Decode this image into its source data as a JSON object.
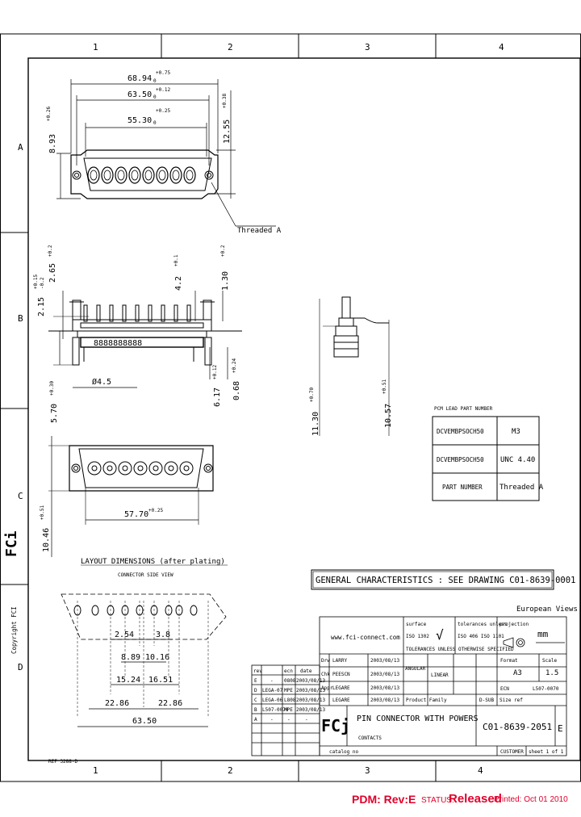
{
  "zones": {
    "columns": [
      "1",
      "2",
      "3",
      "4"
    ],
    "rows": [
      "A",
      "B",
      "C",
      "D"
    ]
  },
  "top_view": {
    "dim_overall": "68.94",
    "dim_overall_tol": "+0.75",
    "dim_overall_tol2": "0",
    "dim_mid": "63.50",
    "dim_mid_tol": "+0.12",
    "dim_mid_tol2": "0",
    "dim_inner": "55.30",
    "dim_inner_tol": "+0.25",
    "dim_inner_tol2": "0",
    "dim_height_left": "8.93",
    "dim_height_left_tol": "+0.26",
    "dim_height_right": "12.55",
    "dim_height_right_tol": "+0.38",
    "callout": "Threaded A"
  },
  "side_view": {
    "dim_215": "2.15",
    "dim_215_tol": "+0.15",
    "dim_215_tol2": "-0.2",
    "dim_265": "2.65",
    "dim_265_tol": "+0.2",
    "dim_42": "4.2",
    "dim_42_tol": "+0.1",
    "dim_130": "1.30",
    "dim_130_tol": "+0.2",
    "dim_570": "5.70",
    "dim_570_tol": "+0.30",
    "dim_dia": "Ø4.5",
    "dim_617": "6.17",
    "dim_617_tol": "+0.12",
    "dim_068": "0.68",
    "dim_068_tol": "+0.24",
    "contacts": "8888888888"
  },
  "end_view": {
    "dim_1130": "11.30",
    "dim_1130_tol": "+0.70",
    "dim_1057": "10.57",
    "dim_1057_tol": "+0.51"
  },
  "bottom_view": {
    "dim_5770": "57.70",
    "dim_5770_tol": "+0.25",
    "dim_1046": "10.46",
    "dim_1046_tol": "+0.51"
  },
  "layout": {
    "title": "LAYOUT DIMENSIONS (after plating)",
    "subtitle": "CONNECTOR SIDE VIEW",
    "d1": "2.54",
    "d2": "3.8",
    "d3": "8.89",
    "d4": "10.16",
    "d5": "15.24",
    "d6": "16.51",
    "d7": "22.86",
    "d8": "22.86",
    "d9": "63.50"
  },
  "part_table": {
    "header": "PCM LEAD PART NUMBER",
    "rows": [
      {
        "part": "DCVEMBPSOCH50",
        "value": "M3"
      },
      {
        "part": "DCVEMBPSOCH50",
        "value": "UNC 4.40"
      },
      {
        "part": "PART NUMBER",
        "value": "Threaded A"
      }
    ]
  },
  "general_characteristics": "GENERAL CHARACTERISTICS : SEE DRAWING C01-8639-0001",
  "european_views": "European Views",
  "title_block": {
    "website": "www.fci-connect.com",
    "surface_lbl": "surface",
    "surface_val": "ISO 1302",
    "tol_lbl": "tolerances unless",
    "tol_val": "ISO 406  ISO 1101",
    "projection_lbl": "projection",
    "units": "mm",
    "tol_note": "TOLERANCES UNLESS OTHERWISE SPECIFIED",
    "linear": "LINEAR",
    "angular": "ANGULAR",
    "fmt_lbl": "Format",
    "fmt": "A3",
    "scale_lbl": "Scale",
    "scale": "1.5",
    "ecn_lbl": "ECN",
    "ecn": "L507-0070",
    "size_lbl": "Size ref",
    "product_family": "Product Family",
    "family": "D-SUB",
    "title_main": "PIN CONNECTOR  WITH POWERS",
    "title_sub": "CONTACTS",
    "drawing_no": "C01-8639-2051",
    "rev": "E",
    "customer": "CUSTOMER",
    "sheet": "sheet 1 of 1",
    "catalog": "catalog no",
    "copyright": "Copyright FCI",
    "sign_rows": [
      {
        "role": "Drw",
        "name": "LARRY",
        "date": "2003/08/13"
      },
      {
        "role": "Chk",
        "name": "PEESCN",
        "date": "2003/08/13"
      },
      {
        "role": "Appr",
        "name": "LEGARE",
        "date": "2003/08/13"
      },
      {
        "role": "",
        "name": "LEGARE",
        "date": "2003/08/13"
      }
    ],
    "rev_header": [
      "rev",
      "ecn",
      "date"
    ],
    "rev_rows": [
      {
        "rev": "E",
        "by": "-",
        "ecn": "0808",
        "date": "2003/08/13"
      },
      {
        "rev": "D",
        "by": "LEGA-07",
        "ecn": "MPE",
        "date": "2003/08/13"
      },
      {
        "rev": "C",
        "by": "LEGA-06",
        "ecn": "L808",
        "date": "2003/08/13"
      },
      {
        "rev": "B",
        "by": "L507-0070",
        "ecn": "MPE",
        "date": "2003/08/13"
      },
      {
        "rev": "A",
        "by": "-",
        "ecn": "-",
        "date": "-"
      }
    ]
  },
  "corner_note": "REF 3288-D",
  "footer": {
    "pdm": "PDM: Rev:E",
    "status_label": "STATUS:",
    "status": "Released",
    "printed": "Printed: Oct 01 2010"
  }
}
